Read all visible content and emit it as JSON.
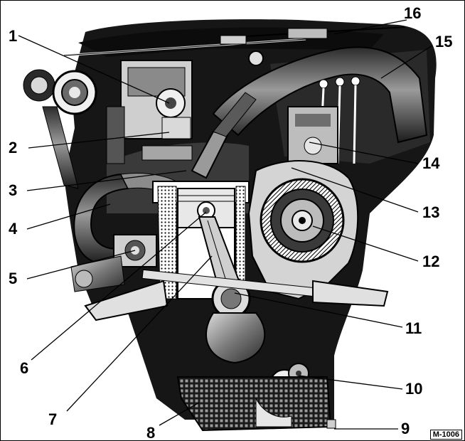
{
  "callouts": [
    {
      "number": "1"
    },
    {
      "number": "2"
    },
    {
      "number": "3"
    },
    {
      "number": "4"
    },
    {
      "number": "5"
    },
    {
      "number": "6"
    },
    {
      "number": "7"
    },
    {
      "number": "8"
    },
    {
      "number": "9"
    },
    {
      "number": "10"
    },
    {
      "number": "11"
    },
    {
      "number": "12"
    },
    {
      "number": "13"
    },
    {
      "number": "14"
    },
    {
      "number": "15"
    },
    {
      "number": "16"
    }
  ],
  "reference_code": "M-1006"
}
